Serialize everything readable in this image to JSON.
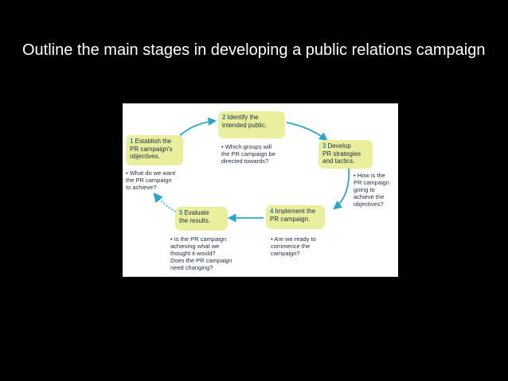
{
  "slide": {
    "title": "Outline the main stages in developing a public relations campaign"
  },
  "diagram": {
    "stages": [
      {
        "number": "1",
        "label": "Establish the\nPR campaign's\nobjectives.",
        "question": "• What do we want\nthe PR campaign\nto achieve?"
      },
      {
        "number": "2",
        "label": "Identify the\nintended public.",
        "question": "• Which groups will\nthe PR campaign be\ndirected towards?"
      },
      {
        "number": "3",
        "label": "Develop\nPR strategies\nand tactics.",
        "question": "• How is the\nPR campaign\ngoing to\nachieve the\nobjectives?"
      },
      {
        "number": "4",
        "label": "Implement the\nPR campaign.",
        "question": "• Are we ready to\ncommence the\ncampaign?"
      },
      {
        "number": "5",
        "label": "Evaluate\nthe results.",
        "question": "• Is the PR campaign\nachieving what we\nthought it would?\nDoes the PR campaign\nneed changing?"
      }
    ],
    "colors": {
      "box_fill": "#e9ef9d",
      "arrow": "#2aa7c7",
      "number": "#1f8fb8",
      "text": "#1f2a44"
    }
  }
}
